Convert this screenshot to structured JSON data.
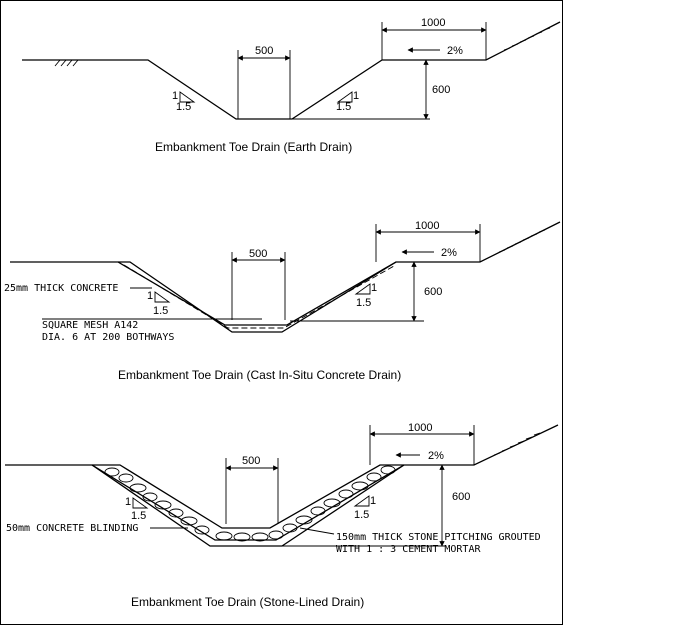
{
  "diagrams": [
    {
      "caption": "Embankment Toe Drain (Earth Drain)",
      "bottom_width": "500",
      "berm_width": "1000",
      "gradient": "2%",
      "depth": "600",
      "slope_left": {
        "rise": "1",
        "run": "1.5"
      },
      "slope_right": {
        "rise": "1",
        "run": "1.5"
      }
    },
    {
      "caption": "Embankment Toe Drain (Cast In-Situ Concrete Drain)",
      "bottom_width": "500",
      "berm_width": "1000",
      "gradient": "2%",
      "depth": "600",
      "slope_left": {
        "rise": "1",
        "run": "1.5"
      },
      "slope_right": {
        "rise": "1",
        "run": "1.5"
      },
      "label_lining": "25mm THICK CONCRETE",
      "label_mesh_line1": "SQUARE MESH A142",
      "label_mesh_line2": "DIA. 6 AT 200 BOTHWAYS"
    },
    {
      "caption": "Embankment Toe Drain (Stone-Lined Drain)",
      "bottom_width": "500",
      "berm_width": "1000",
      "gradient": "2%",
      "depth": "600",
      "slope_left": {
        "rise": "1",
        "run": "1.5"
      },
      "slope_right": {
        "rise": "1",
        "run": "1.5"
      },
      "label_blinding": "50mm CONCRETE BLINDING",
      "label_pitching_line1": "150mm THICK STONE PITCHING GROUTED",
      "label_pitching_line2": "WITH 1 : 3 CEMENT MORTAR"
    }
  ]
}
